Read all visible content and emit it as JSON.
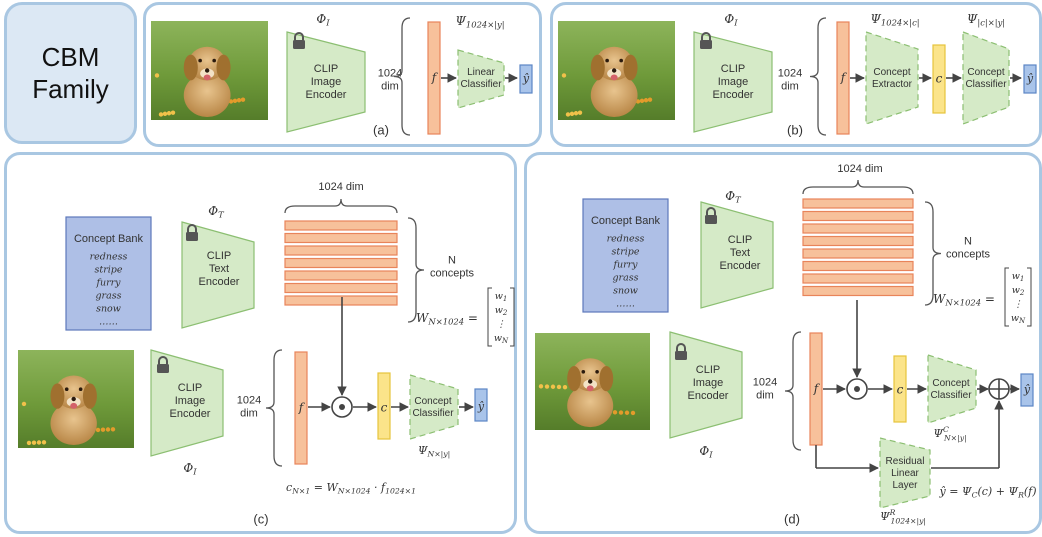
{
  "title": "CBM\nFamily",
  "colors": {
    "panel_border": "#a9c7e2",
    "title_fill": "#dce8f4",
    "encoder_fill": "#d5eac7",
    "encoder_stroke": "#8cbf72",
    "feature_fill": "#f7c19b",
    "feature_stroke": "#e8845a",
    "concept_fill": "#fbe48a",
    "concept_stroke": "#e7c43c",
    "output_fill": "#a9c4ea",
    "output_stroke": "#5c86c5",
    "bank_fill": "#aebfe6",
    "bank_stroke": "#5d79bb"
  },
  "panels": {
    "a": {
      "label": "(a)",
      "encoder": "CLIP\nImage\nEncoder",
      "phi": "Φ",
      "phi_sub": "I",
      "dim": "1024\ndim",
      "f": "f",
      "classifier": "Linear\nClassifier",
      "psi": "Ψ",
      "psi_sub": "1024×|y|",
      "yhat": "ŷ"
    },
    "b": {
      "label": "(b)",
      "encoder": "CLIP\nImage\nEncoder",
      "phi": "Φ",
      "phi_sub": "I",
      "dim": "1024\ndim",
      "f": "f",
      "extractor": "Concept\nExtractor",
      "psi1": "Ψ",
      "psi1_sub": "1024×|c|",
      "c": "c",
      "classifier": "Concept\nClassifier",
      "psi2": "Ψ",
      "psi2_sub": "|c|×|y|",
      "yhat": "ŷ"
    },
    "c": {
      "label": "(c)",
      "bank_title": "Concept Bank",
      "bank_items": [
        "redness",
        "stripe",
        "furry",
        "grass",
        "snow",
        "……"
      ],
      "text_encoder": "CLIP\nText\nEncoder",
      "phi_t": "Φ",
      "phi_t_sub": "T",
      "top_dim": "1024 dim",
      "n_concepts": "N\nconcepts",
      "w_label": "W",
      "w_sub": "N×1024",
      "w_eq": "=",
      "w_rows": [
        "w",
        "w",
        "⋮",
        "w"
      ],
      "w_subs": [
        "1",
        "2",
        "",
        "N"
      ],
      "image_encoder": "CLIP\nImage\nEncoder",
      "phi_i": "Φ",
      "phi_i_sub": "I",
      "dim": "1024\ndim",
      "f": "f",
      "c": "c",
      "classifier": "Concept\nClassifier",
      "psi": "Ψ",
      "psi_sub": "N×|y|",
      "yhat": "ŷ",
      "formula": "c_{N×1} = W_{N×1024} · f_{1024×1}"
    },
    "d": {
      "label": "(d)",
      "bank_title": "Concept Bank",
      "bank_items": [
        "redness",
        "stripe",
        "furry",
        "grass",
        "snow",
        "……"
      ],
      "text_encoder": "CLIP\nText\nEncoder",
      "phi_t": "Φ",
      "phi_t_sub": "T",
      "top_dim": "1024 dim",
      "n_concepts": "N\nconcepts",
      "w_label": "W",
      "w_sub": "N×1024",
      "w_eq": "=",
      "w_rows": [
        "w",
        "w",
        "⋮",
        "w"
      ],
      "w_subs": [
        "1",
        "2",
        "",
        "N"
      ],
      "image_encoder": "CLIP\nImage\nEncoder",
      "phi_i": "Φ",
      "phi_i_sub": "I",
      "dim": "1024\ndim",
      "f": "f",
      "c": "c",
      "classifier": "Concept\nClassifier",
      "psi_c": "Ψ",
      "psi_c_sup": "C",
      "psi_c_sub": "N×|y|",
      "residual": "Residual\nLinear\nLayer",
      "psi_r": "Ψ",
      "psi_r_sup": "R",
      "psi_r_sub": "1024×|y|",
      "yhat": "ŷ",
      "formula": "ŷ = Ψ_C(c) + Ψ_R(f)"
    }
  }
}
